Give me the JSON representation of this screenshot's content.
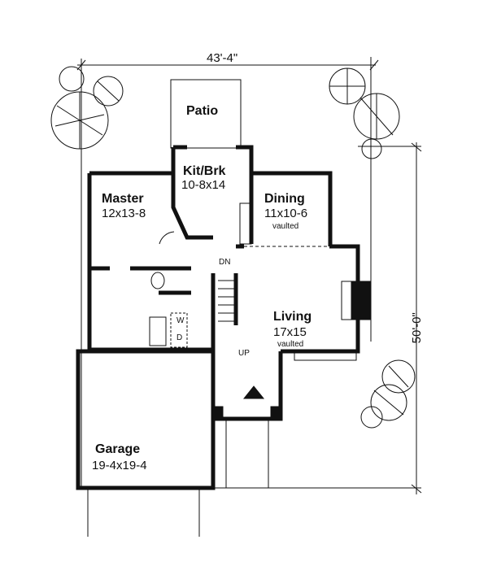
{
  "dimensions": {
    "width": "43'-4\"",
    "depth": "50'-0\""
  },
  "rooms": [
    {
      "name": "Patio",
      "size": ""
    },
    {
      "name": "Kit/Brk",
      "size": "10-8x14"
    },
    {
      "name": "Master",
      "size": "12x13-8"
    },
    {
      "name": "Dining",
      "size": "11x10-6",
      "note": "vaulted"
    },
    {
      "name": "Living",
      "size": "17x15",
      "note": "vaulted"
    },
    {
      "name": "Garage",
      "size": "19-4x19-4"
    }
  ],
  "labels": {
    "dn": "DN",
    "up": "UP",
    "washer": "W",
    "dryer": "D"
  }
}
